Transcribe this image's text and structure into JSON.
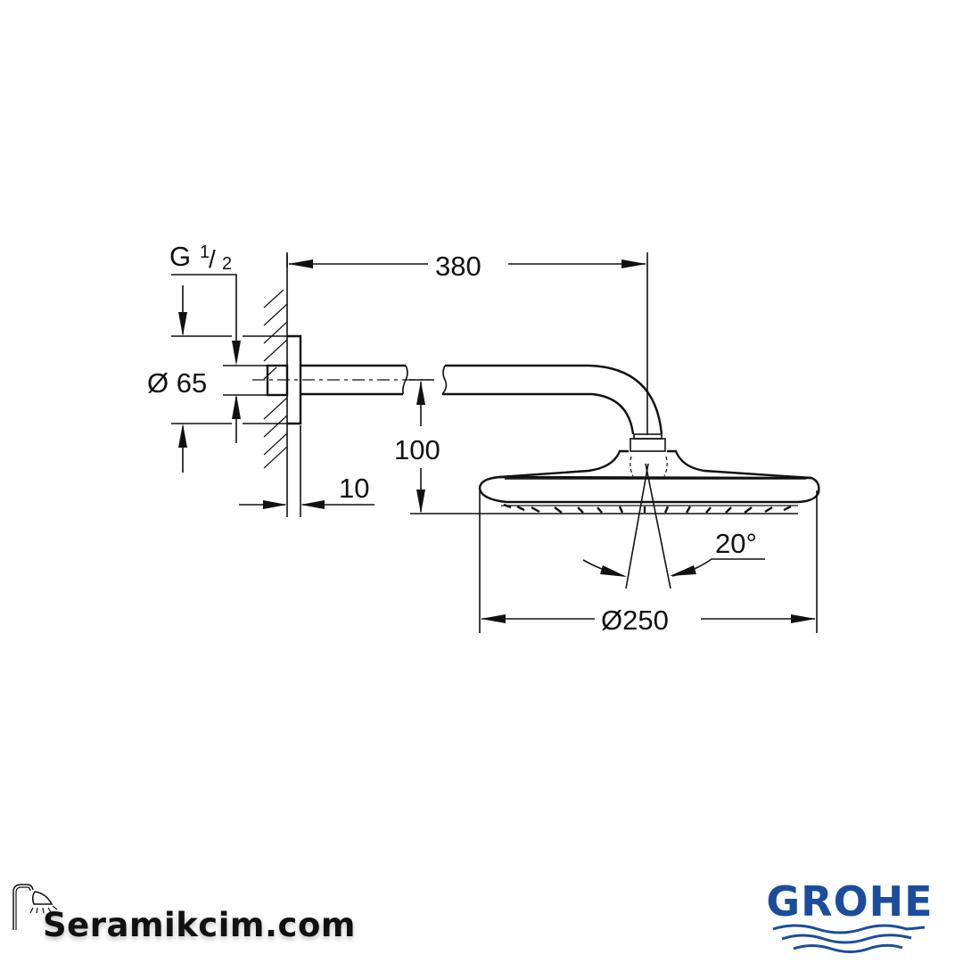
{
  "drawing": {
    "labels": {
      "thread": "G",
      "thread_frac_num": "1",
      "thread_frac_den": "2",
      "flange_diameter": "Ø 65",
      "arm_length": "380",
      "drop_height": "100",
      "flange_depth": "10",
      "spray_angle": "20°",
      "head_diameter": "Ø250"
    },
    "colors": {
      "line": "#111111",
      "background": "#ffffff"
    }
  },
  "branding": {
    "retailer": {
      "name": "Seramikcim.com",
      "icon": "shower-icon"
    },
    "manufacturer": {
      "name": "GROHE",
      "icon": "waves-icon",
      "color": "#1a4d9c"
    }
  }
}
